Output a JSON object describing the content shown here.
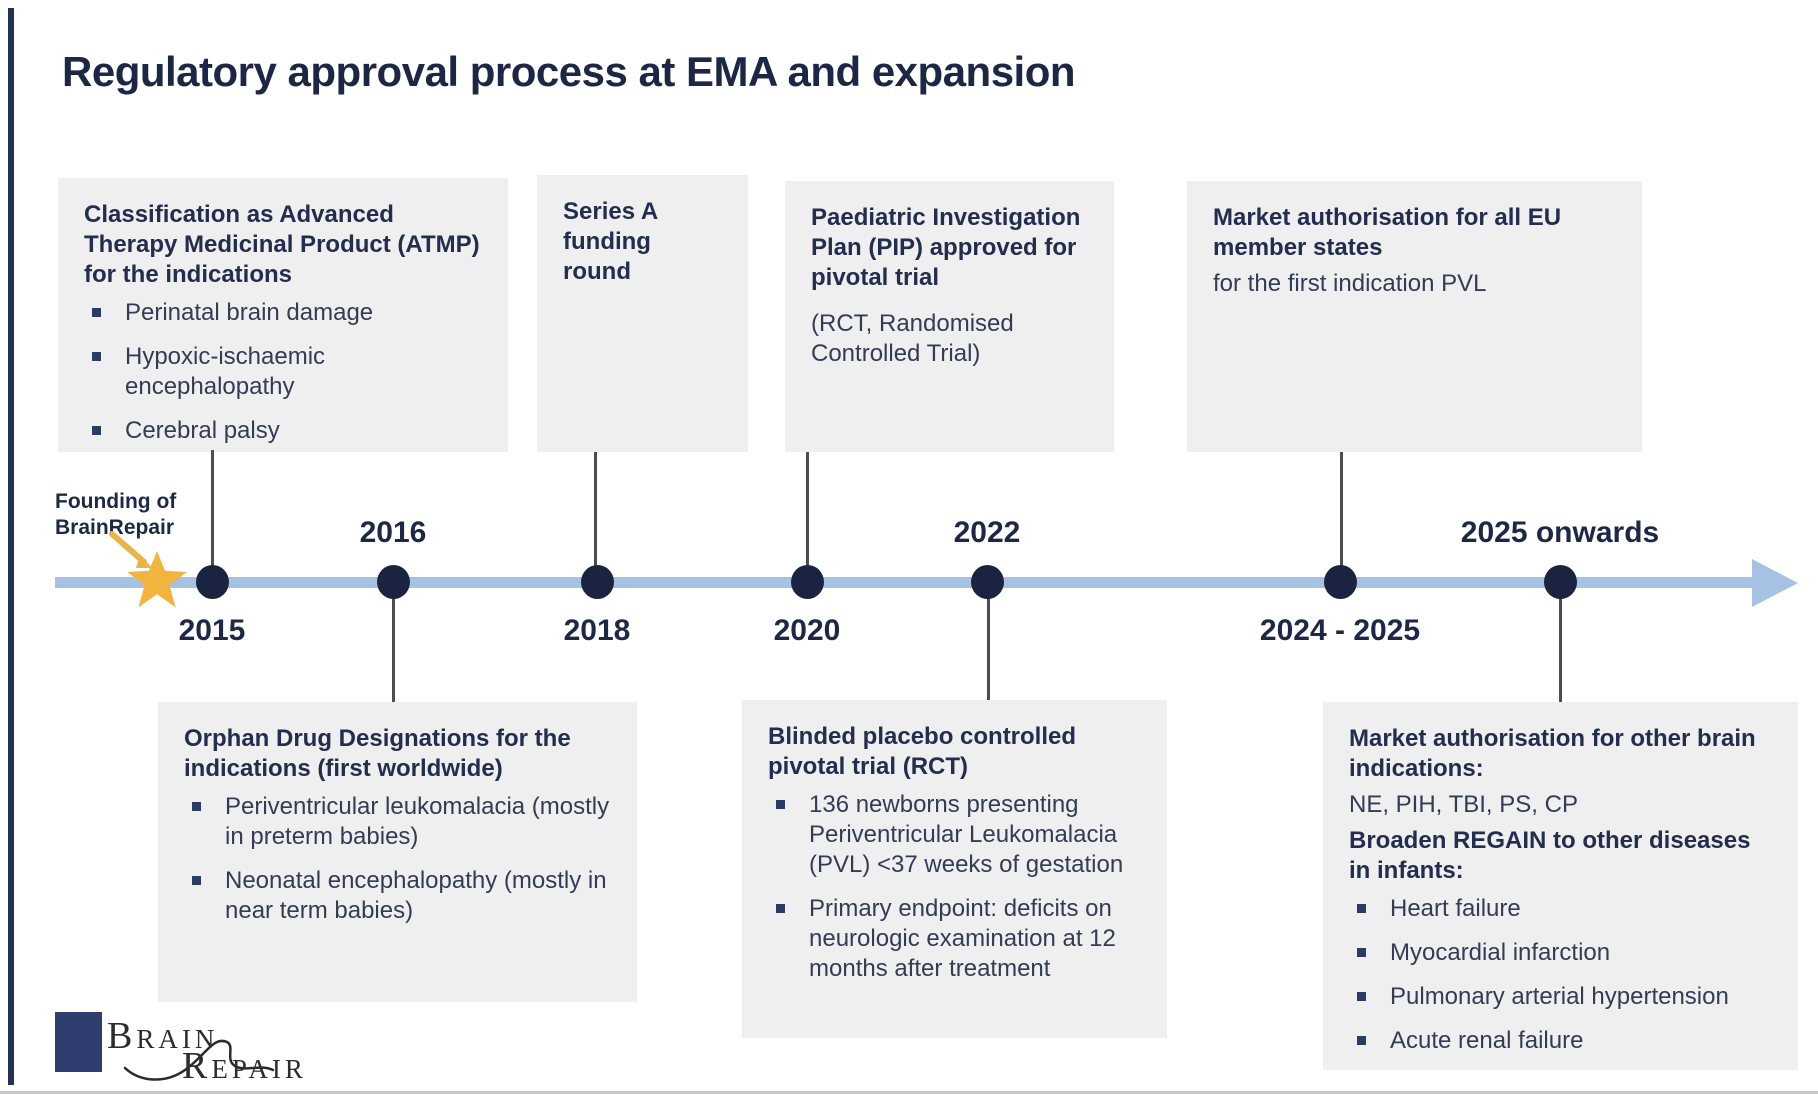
{
  "title": "Regulatory approval process at EMA and expansion",
  "founding": {
    "line1": "Founding of",
    "line2": "BrainRepair"
  },
  "top_boxes": [
    {
      "title": "Classification as Advanced Therapy Medicinal Product (ATMP) for the indications",
      "bullets": [
        "Perinatal brain damage",
        "Hypoxic-ischaemic encephalopathy",
        "Cerebral palsy"
      ]
    },
    {
      "title": "Series A funding round"
    },
    {
      "title": "Paediatric Investigation Plan (PIP) approved for pivotal trial",
      "subtext": "(RCT, Randomised Controlled Trial)"
    },
    {
      "title": "Market authorisation for all EU member states",
      "subtext": "for the first indication PVL"
    }
  ],
  "bottom_boxes": [
    {
      "title": "Orphan Drug Designations for the indications (first worldwide)",
      "bullets": [
        "Periventricular leukomalacia (mostly in preterm babies)",
        "Neonatal encephalopathy (mostly in near term babies)"
      ]
    },
    {
      "title": "Blinded placebo controlled pivotal trial (RCT)",
      "bullets": [
        "136 newborns presenting Periventricular Leukomalacia (PVL) <37 weeks of gestation",
        "Primary endpoint: deficits on neurologic examination at 12 months after treatment"
      ]
    },
    {
      "title": "Market authorisation for other brain indications:",
      "subtext": "NE, PIH, TBI, PS, CP",
      "title2": "Broaden REGAIN to other diseases in infants:",
      "bullets": [
        "Heart failure",
        "Myocardial infarction",
        "Pulmonary arterial hypertension",
        "Acute renal failure"
      ]
    }
  ],
  "timeline": {
    "points": [
      {
        "label": "2015",
        "position": "below"
      },
      {
        "label": "2016",
        "position": "above"
      },
      {
        "label": "2018",
        "position": "below"
      },
      {
        "label": "2020",
        "position": "below"
      },
      {
        "label": "2022",
        "position": "above"
      },
      {
        "label": "2024 - 2025",
        "position": "below"
      },
      {
        "label": "2025 onwards",
        "position": "above"
      }
    ]
  },
  "logo": {
    "word1": "Brain",
    "word2": "Repair"
  },
  "colors": {
    "navy_text": "#232d4e",
    "timeline_blue": "#a5c2e2",
    "dot_navy": "#1a2440",
    "star_gold": "#f0b43f",
    "box_grey": "#efefef",
    "accent_bar": "#223055"
  }
}
